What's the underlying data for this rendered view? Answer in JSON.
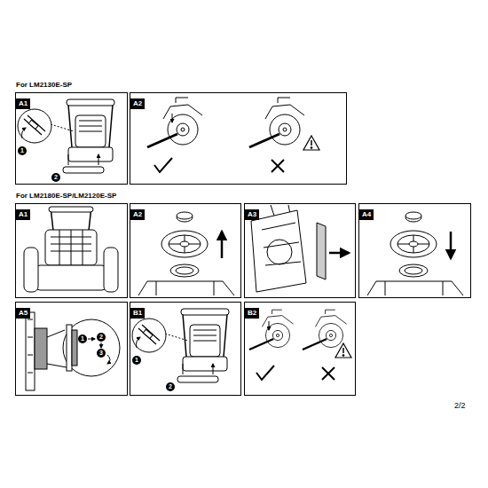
{
  "diagram": {
    "nodes": [
      {
        "text": [
          "A1"
        ]
      },
      {
        "text": [
          "A2"
        ]
      },
      {
        "text": [
          "A1"
        ]
      },
      {
        "text": [
          "A2"
        ]
      },
      {
        "text": [
          "A3"
        ]
      },
      {
        "text": [
          "A4"
        ]
      },
      {
        "text": [
          "A5"
        ]
      },
      {
        "text": [
          "B1"
        ]
      },
      {
        "text": [
          "B2"
        ]
      }
    ],
    "labels": [
      "For LM2130E-SP",
      "1",
      "2",
      "For LM2180E-SP/LM2120E-SP",
      "1",
      "2",
      "3",
      "1",
      "2",
      "2/2"
    ]
  }
}
